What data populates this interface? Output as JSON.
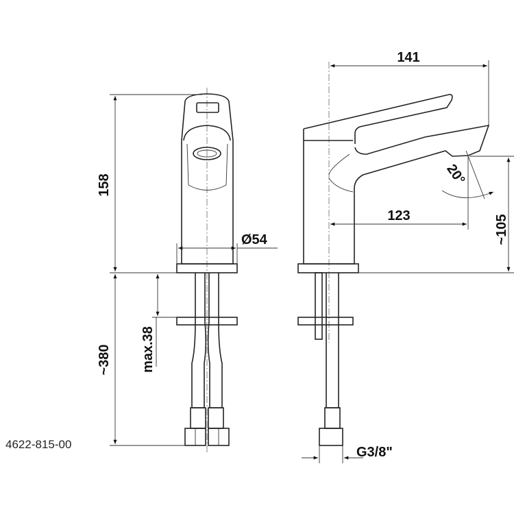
{
  "drawing": {
    "part_number": "4622-815-00",
    "dimensions": {
      "total_height": "158",
      "hose_length": "~380",
      "max_mounting_thickness": "max.38",
      "base_diameter": "Ø54",
      "total_depth": "141",
      "spout_reach": "123",
      "spout_height": "~105",
      "angle": "20°",
      "connection_thread": "G3/8\""
    }
  }
}
